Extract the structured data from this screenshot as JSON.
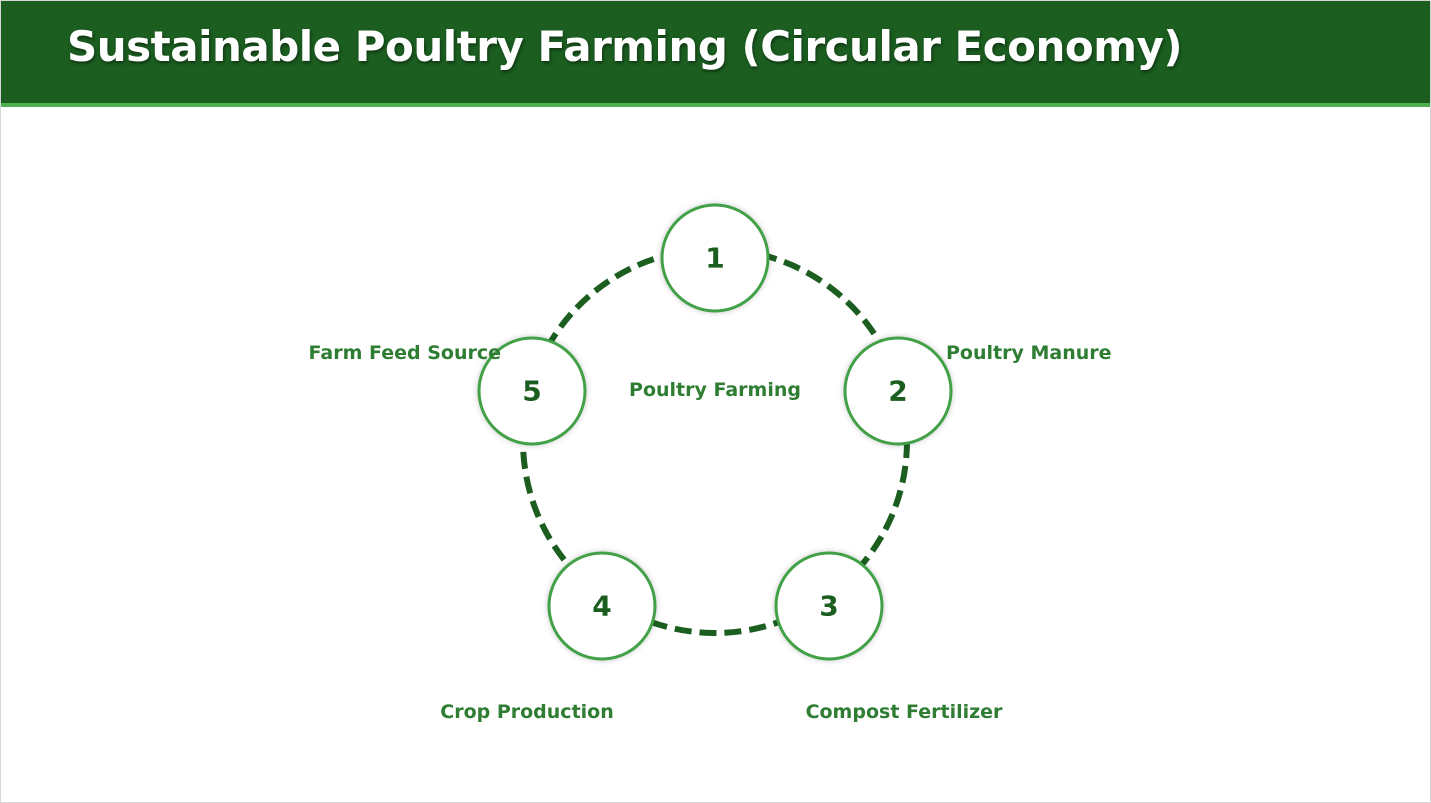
{
  "header": {
    "title": "Sustainable Poultry Farming (Circular Economy)"
  },
  "diagram": {
    "center_label": "Poultry Farming",
    "nodes": [
      {
        "number": "1",
        "label": ""
      },
      {
        "number": "2",
        "label": "Poultry Manure"
      },
      {
        "number": "3",
        "label": "Compost Fertilizer"
      },
      {
        "number": "4",
        "label": "Crop Production"
      },
      {
        "number": "5",
        "label": "Farm Feed Source"
      }
    ]
  },
  "colors": {
    "header_bg": "#1b5e20",
    "header_accent": "#4caf50",
    "cycle_line": "#1b5e20",
    "node_border": "#43a047",
    "text": "#2e7d32"
  }
}
